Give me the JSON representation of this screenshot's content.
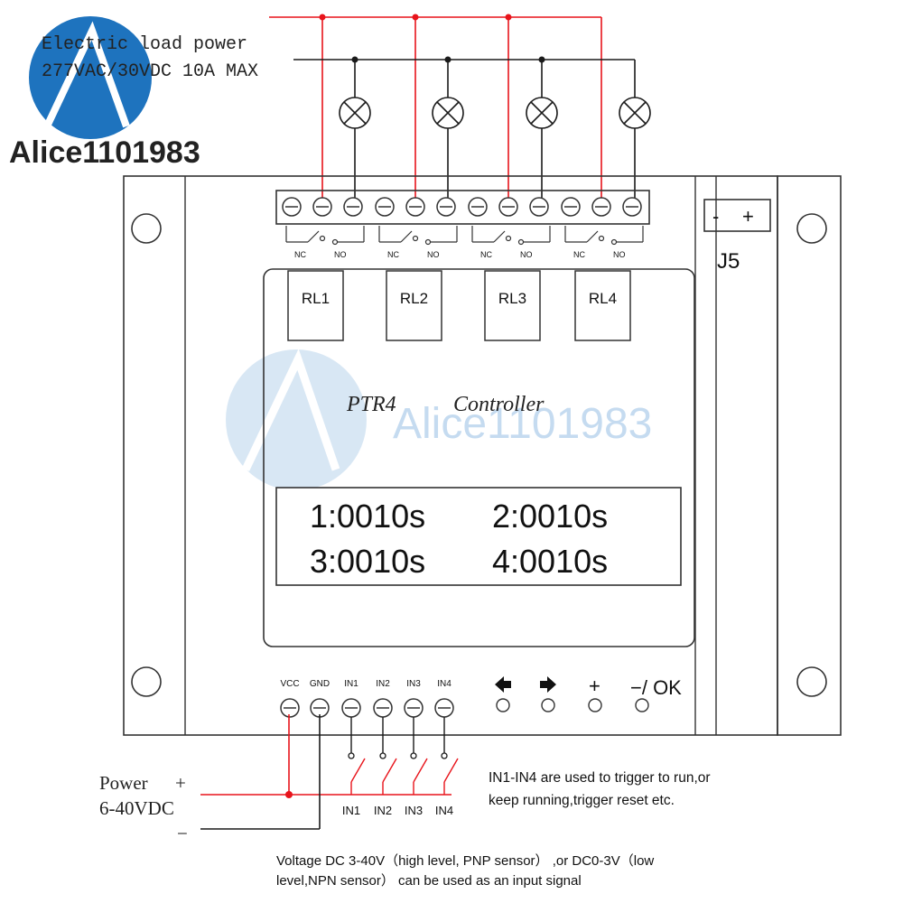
{
  "watermark": {
    "brand": "Alice1101983",
    "center_brand": "Alice1101983",
    "brand_color": "#1e73be",
    "wm_color": "#aacbe8"
  },
  "load_supply": {
    "line1": "Electric load power",
    "line2": "277VAC/30VDC 10A  MAX"
  },
  "module": {
    "title_left": "PTR4",
    "title_right": "Controller",
    "j5_label": "J5",
    "j5_minus": "-",
    "j5_plus": "+"
  },
  "relays": [
    {
      "label": "RL1",
      "nc": "NC",
      "no": "NO"
    },
    {
      "label": "RL2",
      "nc": "NC",
      "no": "NO"
    },
    {
      "label": "RL3",
      "nc": "NC",
      "no": "NO"
    },
    {
      "label": "RL4",
      "nc": "NC",
      "no": "NO"
    }
  ],
  "lcd": {
    "row1_left": "1:0010s",
    "row1_right": "2:0010s",
    "row2_left": "3:0010s",
    "row2_right": "4:0010s"
  },
  "input_terminals": [
    "VCC",
    "GND",
    "IN1",
    "IN2",
    "IN3",
    "IN4"
  ],
  "buttons": {
    "left_icon": "arrow-left-icon",
    "right_icon": "arrow-right-icon",
    "plus": "+",
    "minus_ok": "−/ OK"
  },
  "input_switch_labels": [
    "IN1",
    "IN2",
    "IN3",
    "IN4"
  ],
  "power": {
    "line1": "Power",
    "line2": "6-40VDC",
    "plus": "+",
    "minus": "−"
  },
  "notes": {
    "trigger_line1": "IN1-IN4 are used to  trigger to run,or",
    "trigger_line2": "keep running,trigger reset etc.",
    "voltage_line1": "Voltage DC 3-40V（high level, PNP sensor） ,or DC0-3V（low",
    "voltage_line2": "level,NPN sensor） can be used as an input signal"
  },
  "colors": {
    "wire_red": "#e8141b",
    "line_black": "#1a1a1a",
    "outline": "#333333"
  }
}
